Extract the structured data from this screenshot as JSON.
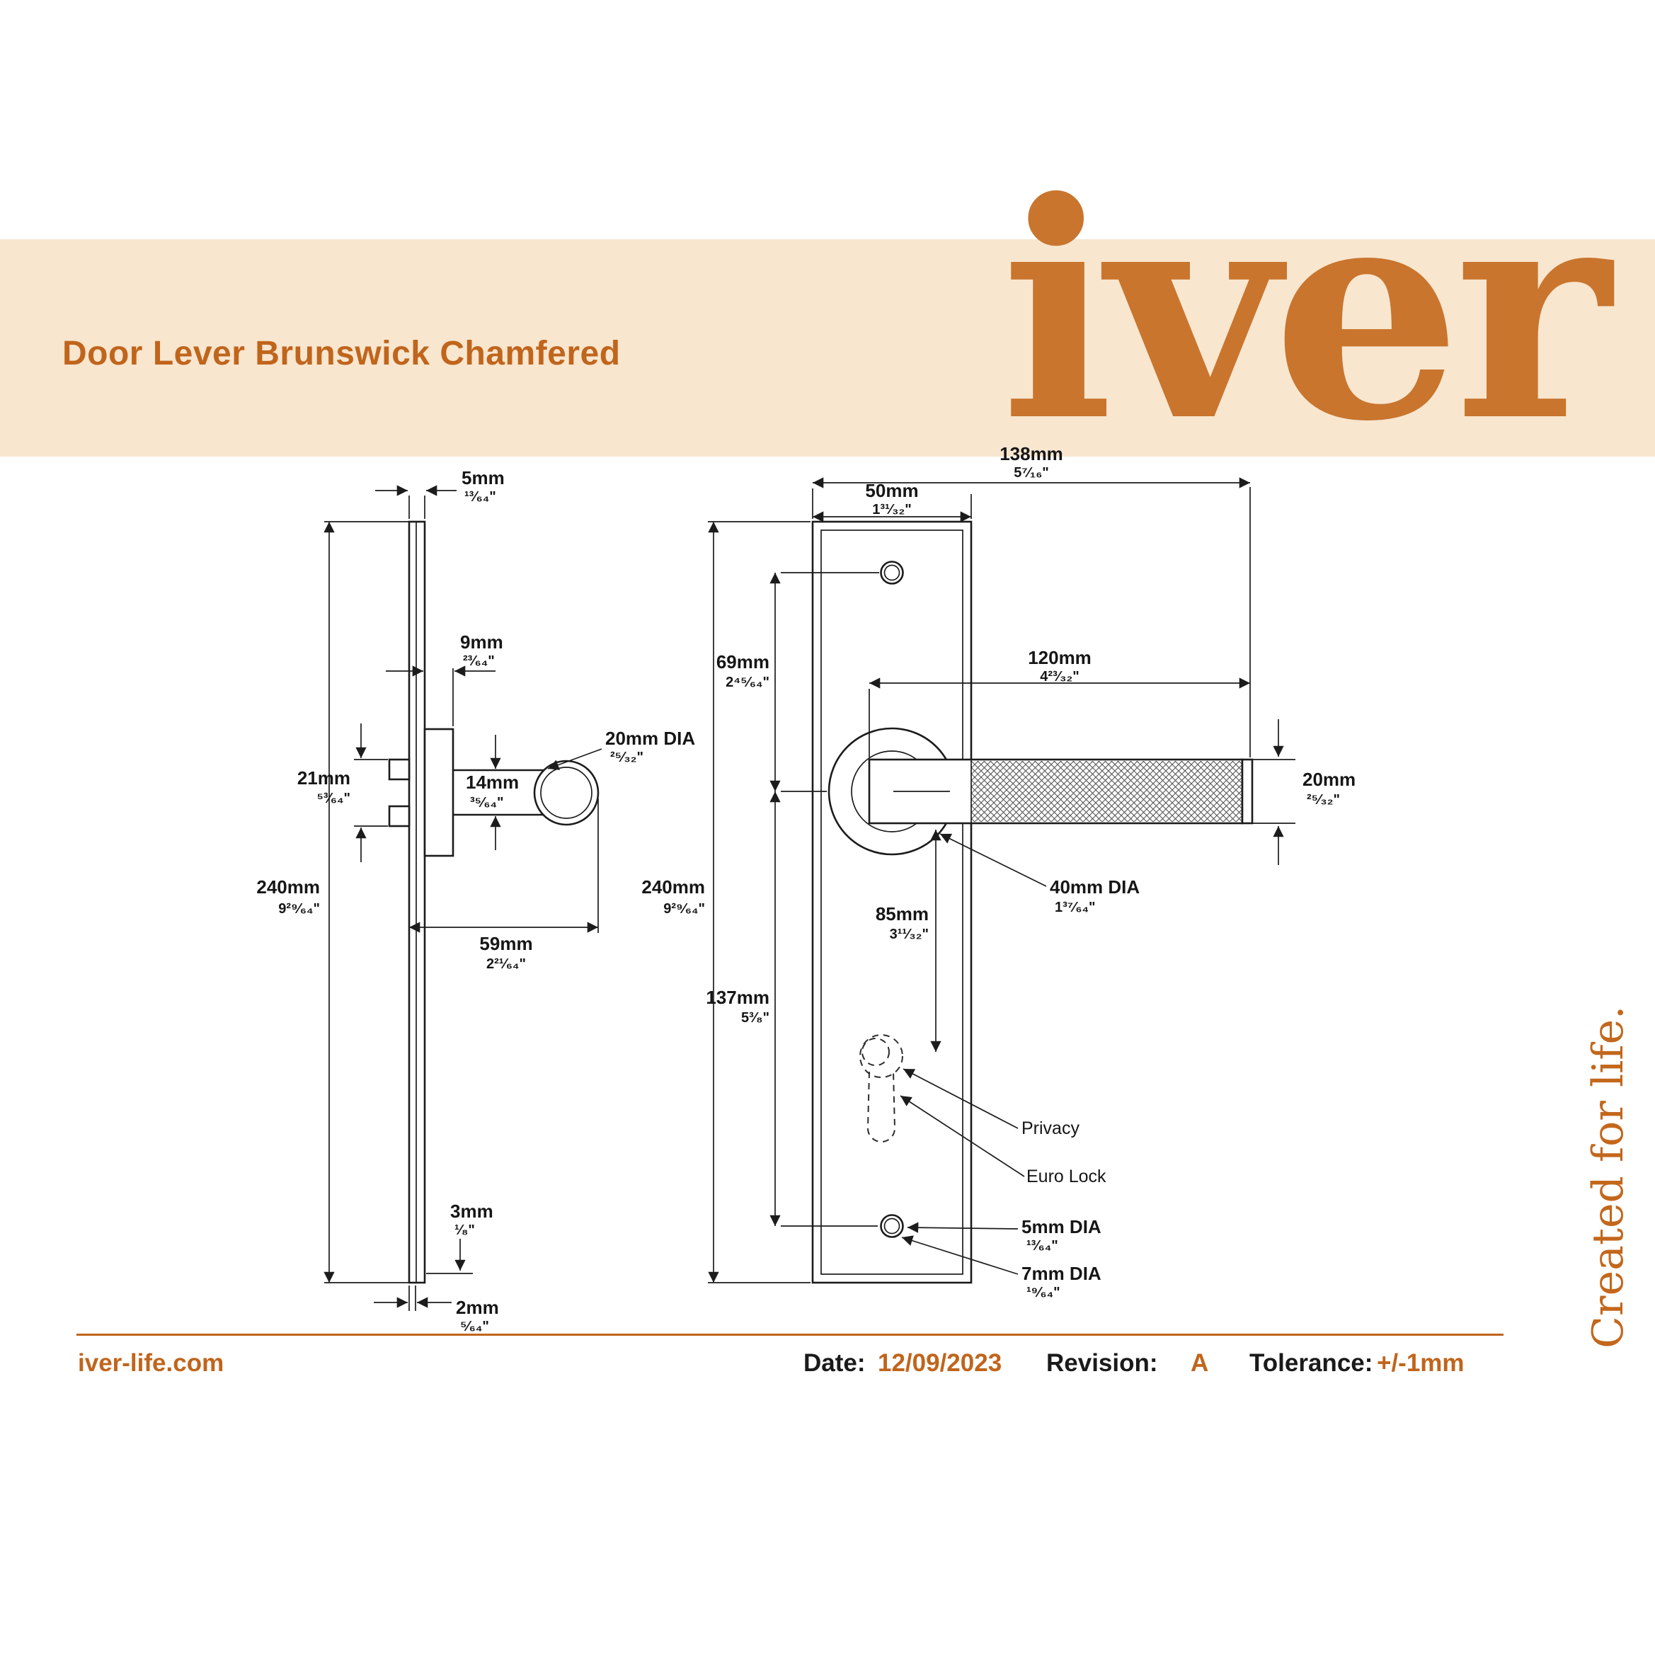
{
  "colors": {
    "accent": "#c0651c",
    "band": "#f8e6cf",
    "logo": "#c9752e",
    "line": "#1c1c1c"
  },
  "header": {
    "title": "Door Lever Brunswick Chamfered",
    "logo": "iver",
    "tagline": "Created for life."
  },
  "footer": {
    "website": "iver-life.com",
    "date_label": "Date:",
    "date_value": "12/09/2023",
    "revision_label": "Revision:",
    "revision_value": "A",
    "tolerance_label": "Tolerance:",
    "tolerance_value": "+/-1mm"
  },
  "side_view": {
    "thickness": {
      "mm": "5mm",
      "in": "¹³⁄₆₄\""
    },
    "rose_depth": {
      "mm": "9mm",
      "in": "²³⁄₆₄\""
    },
    "lug_span": {
      "mm": "21mm",
      "in": "⁵³⁄₆₄\""
    },
    "bar_dia": {
      "mm": "14mm",
      "in": "³⁵⁄₆₄\""
    },
    "knob_dia": {
      "mm": "20mm DIA",
      "in": "²⁵⁄₃₂\""
    },
    "plate_height": {
      "mm": "240mm",
      "in": "9²⁹⁄₆₄\""
    },
    "projection": {
      "mm": "59mm",
      "in": "2²¹⁄₆₄\""
    },
    "edge_step": {
      "mm": "3mm",
      "in": "¹⁄₈\""
    },
    "edge_thickness": {
      "mm": "2mm",
      "in": "⁵⁄₆₄\""
    }
  },
  "front_view": {
    "total_width": {
      "mm": "138mm",
      "in": "5⁷⁄₁₆\""
    },
    "plate_width": {
      "mm": "50mm",
      "in": "1³¹⁄₃₂\""
    },
    "hole_to_centre": {
      "mm": "69mm",
      "in": "2⁴⁵⁄₆₄\""
    },
    "lever_length": {
      "mm": "120mm",
      "in": "4²³⁄₃₂\""
    },
    "bar_dia": {
      "mm": "20mm",
      "in": "²⁵⁄₃₂\""
    },
    "plate_height": {
      "mm": "240mm",
      "in": "9²⁹⁄₆₄\""
    },
    "rose_dia": {
      "mm": "40mm DIA",
      "in": "1³⁷⁄₆₄\""
    },
    "centre_to_lock": {
      "mm": "85mm",
      "in": "3¹¹⁄₃₂\""
    },
    "centre_to_hole": {
      "mm": "137mm",
      "in": "5³⁄₈\""
    },
    "screw_hole_dia": {
      "mm": "5mm DIA",
      "in": "¹³⁄₆₄\""
    },
    "counter_hole_dia": {
      "mm": "7mm DIA",
      "in": "¹⁹⁄₆₄\""
    },
    "privacy_label": "Privacy",
    "euro_lock_label": "Euro Lock"
  }
}
